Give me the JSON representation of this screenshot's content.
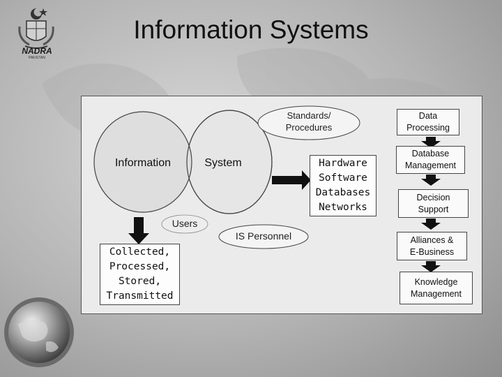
{
  "slide": {
    "title": "Information Systems",
    "logo_text": "NADRA",
    "logo_subtext": "PAKISTAN"
  },
  "diagram": {
    "circle_left_label": "Information",
    "circle_right_label": "System",
    "standards_label": "Standards/\nProcedures",
    "users_label": "Users",
    "is_personnel_label": "IS Personnel",
    "hardware_label": "Hardware\nSoftware\nDatabases\nNetworks",
    "collected_label": "Collected,\nProcessed,\nStored,\nTransmitted",
    "chain": [
      {
        "label": "Data\nProcessing"
      },
      {
        "label": "Database\nManagement"
      },
      {
        "label": "Decision\nSupport"
      },
      {
        "label": "Alliances &\nE-Business"
      },
      {
        "label": "Knowledge\nManagement"
      }
    ]
  },
  "colors": {
    "arrow": "#111111",
    "circle_fill": "#e2e2e2",
    "panel_bg": "#ebebeb"
  }
}
